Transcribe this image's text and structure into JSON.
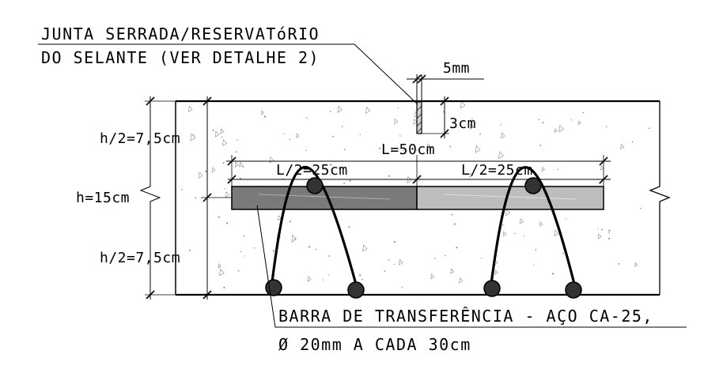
{
  "labels": {
    "sealant_line1": "JUNTA SERRADA/RESERVATóRIO",
    "sealant_line2": "DO SELANTE (VER DETALHE 2)",
    "joint_width": "5mm",
    "joint_depth": "3cm",
    "bar_length": "L=50cm",
    "half_left": "L/2=25cm",
    "half_right": "L/2=25cm",
    "upper_half_thickness": "h/2=7,5cm",
    "total_thickness": "h=15cm",
    "lower_half_thickness": "h/2=7,5cm",
    "dowel_line1": "BARRA DE TRANSFERÊNCIA - AÇO CA-25,",
    "dowel_line2": "Ø 20mm A CADA 30cm"
  },
  "colors": {
    "line": "#000000",
    "concrete_speckle": "#8a8a8a",
    "dowel_dark_half": "#7a7a7a",
    "dowel_light_half": "#bdbdbd",
    "rebar_circle": "#333333"
  }
}
